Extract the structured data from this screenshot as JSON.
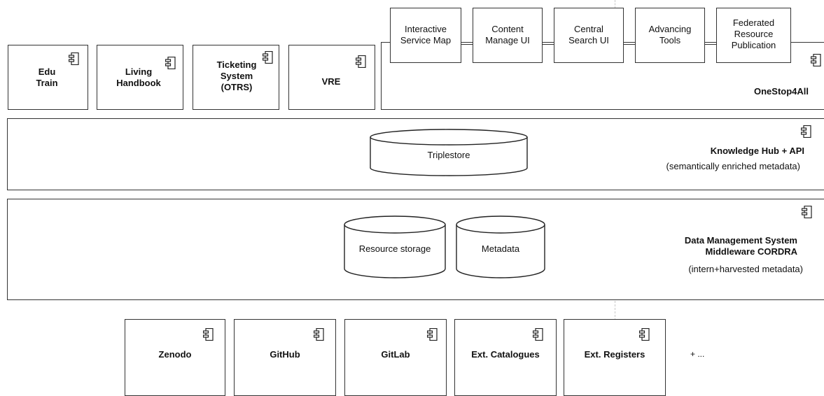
{
  "top_components": [
    {
      "id": "edu",
      "label": "Edu\nTrain"
    },
    {
      "id": "handbook",
      "label": "Living\nHandbook"
    },
    {
      "id": "ticketing",
      "label": "Ticketing\nSystem\n(OTRS)"
    },
    {
      "id": "vre",
      "label": "VRE"
    }
  ],
  "onestop": {
    "title": "OneStop4All",
    "tools": [
      {
        "id": "map",
        "label": "Interactive\nService Map"
      },
      {
        "id": "content",
        "label": "Content\nManage UI"
      },
      {
        "id": "search",
        "label": "Central\nSearch UI"
      },
      {
        "id": "advancing",
        "label": "Advancing\nTools"
      },
      {
        "id": "federated",
        "label": "Federated\nResource\nPublication"
      }
    ]
  },
  "knowledge_hub": {
    "title": "Knowledge Hub + API",
    "subtitle": "(semantically enriched metadata)",
    "storage": "Triplestore"
  },
  "data_management": {
    "title": "Data Management System\nMiddleware CORDRA",
    "subtitle": "(intern+harvested metadata)",
    "storages": [
      "Resource storage",
      "Metadata"
    ]
  },
  "bottom_components": [
    {
      "id": "zenodo",
      "label": "Zenodo"
    },
    {
      "id": "github",
      "label": "GitHub"
    },
    {
      "id": "gitlab",
      "label": "GitLab"
    },
    {
      "id": "catalogues",
      "label": "Ext. Catalogues"
    },
    {
      "id": "registers",
      "label": "Ext. Registers"
    }
  ],
  "more_label": "+ ..."
}
